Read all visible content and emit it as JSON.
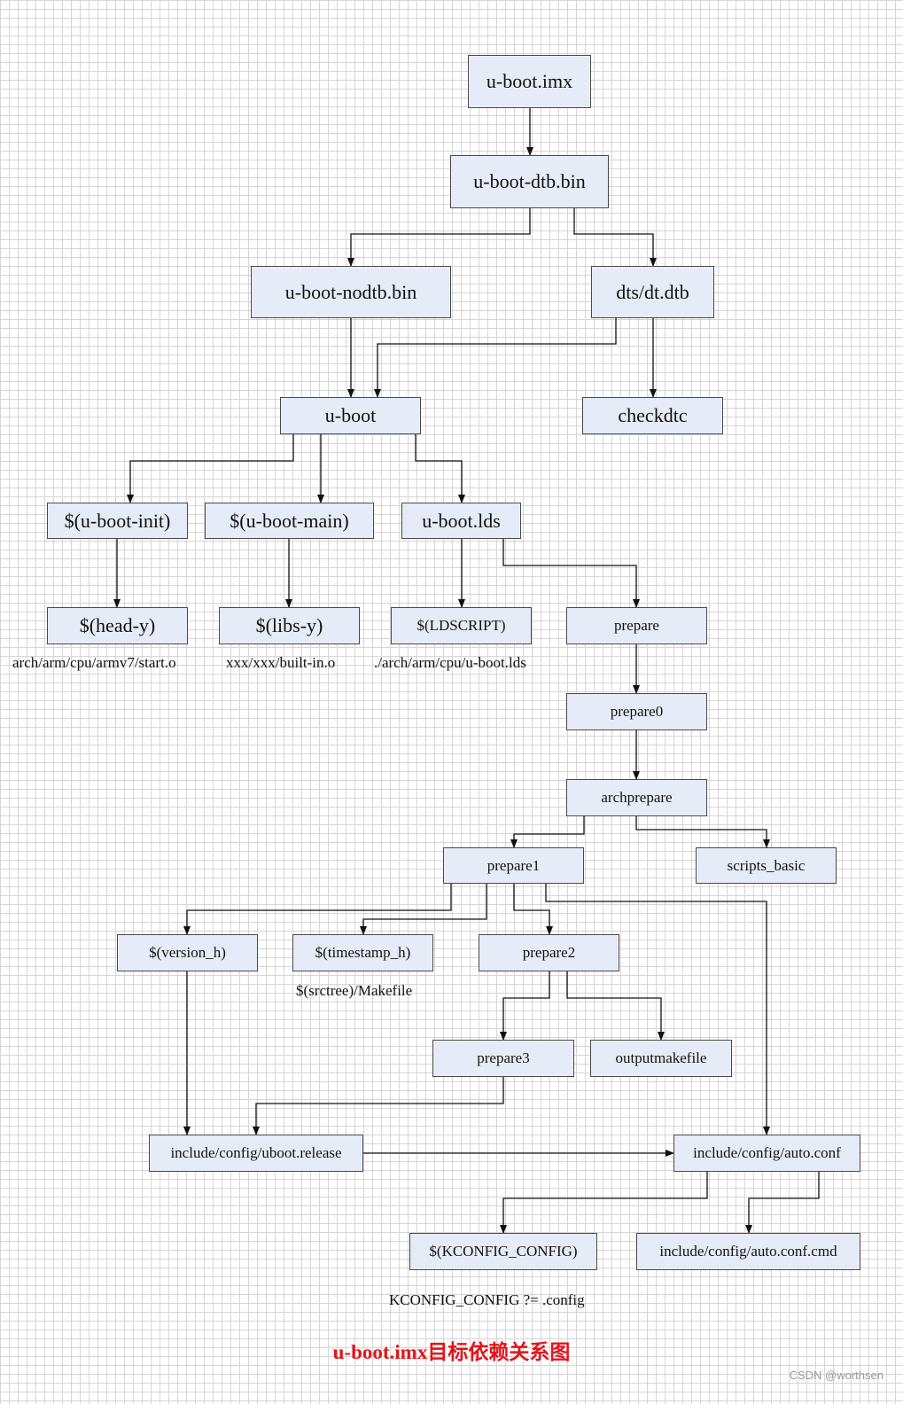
{
  "nodes": {
    "uboot_imx": "u-boot.imx",
    "uboot_dtb_bin": "u-boot-dtb.bin",
    "uboot_nodtb_bin": "u-boot-nodtb.bin",
    "dts_dt_dtb": "dts/dt.dtb",
    "uboot": "u-boot",
    "checkdtc": "checkdtc",
    "uboot_init": "$(u-boot-init)",
    "uboot_main": "$(u-boot-main)",
    "uboot_lds": "u-boot.lds",
    "head_y": "$(head-y)",
    "libs_y": "$(libs-y)",
    "ldscript": "$(LDSCRIPT)",
    "prepare": "prepare",
    "prepare0": "prepare0",
    "archprepare": "archprepare",
    "prepare1": "prepare1",
    "scripts_basic": "scripts_basic",
    "version_h": "$(version_h)",
    "timestamp_h": "$(timestamp_h)",
    "prepare2": "prepare2",
    "prepare3": "prepare3",
    "outputmakefile": "outputmakefile",
    "uboot_release": "include/config/uboot.release",
    "auto_conf": "include/config/auto.conf",
    "kconfig_config": "$(KCONFIG_CONFIG)",
    "auto_conf_cmd": "include/config/auto.conf.cmd"
  },
  "notes": {
    "start_o": "arch/arm/cpu/armv7/start.o",
    "built_in_o": "xxx/xxx/built-in.o",
    "uboot_lds_path": "./arch/arm/cpu/u-boot.lds",
    "srctree_makefile": "$(srctree)/Makefile",
    "kconfig_default": "KCONFIG_CONFIG  ?= .config"
  },
  "title": "u-boot.imx目标依赖关系图",
  "watermark": "CSDN @worthsen",
  "colors": {
    "node_fill": "#e6ecf7",
    "node_border": "#4a4a4a",
    "title": "#e3141b",
    "grid": "#d6d6d6"
  }
}
